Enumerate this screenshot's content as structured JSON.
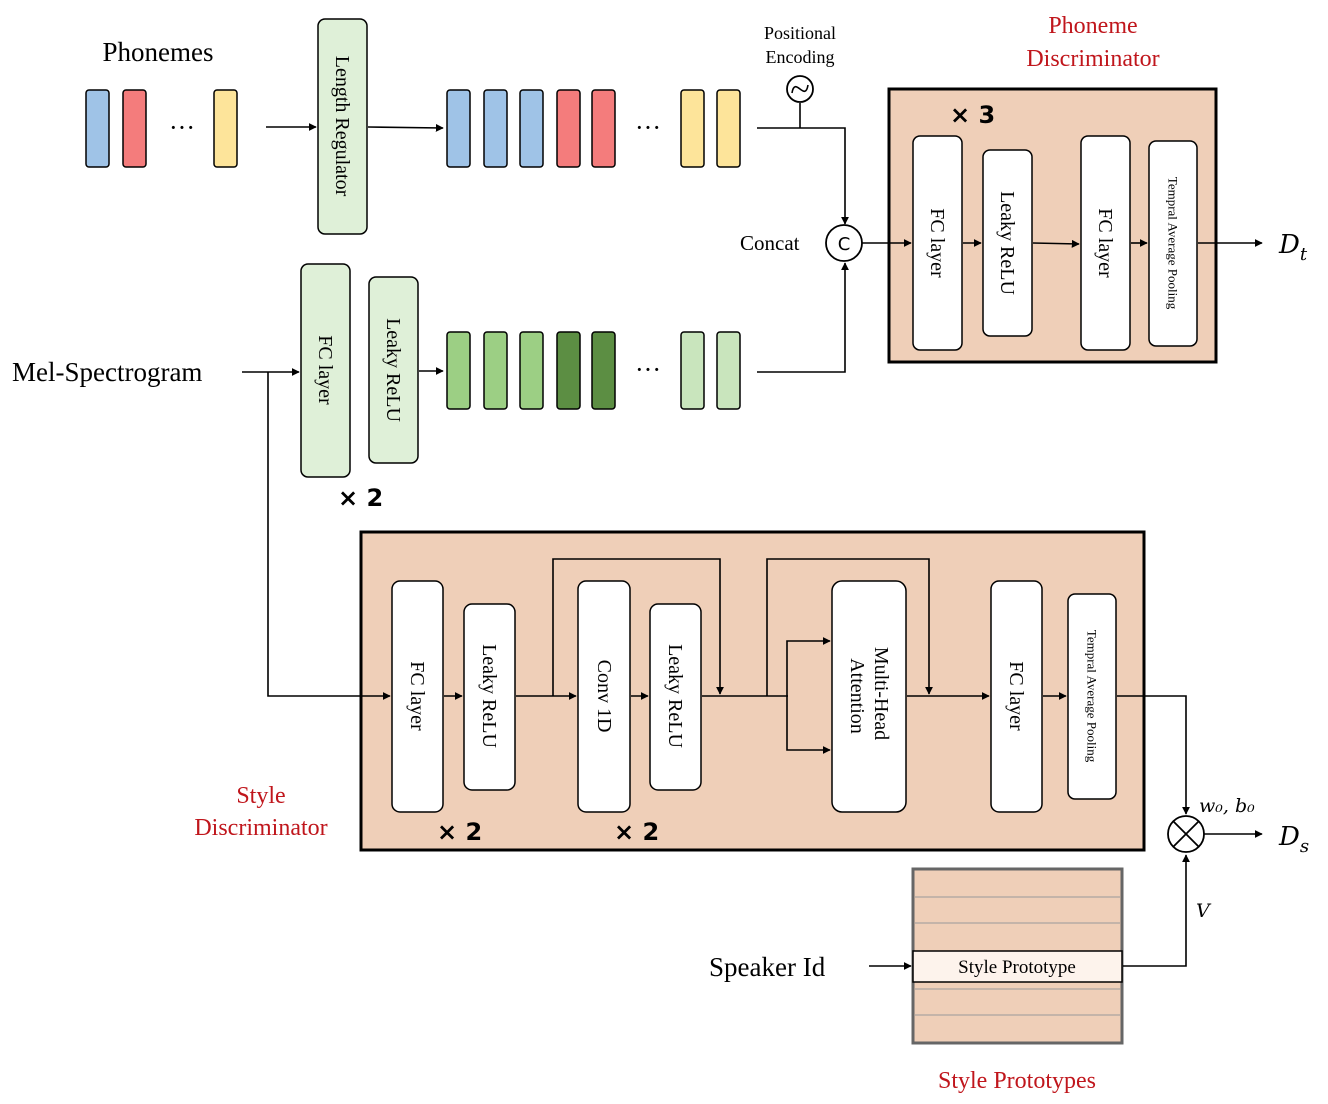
{
  "inputs": {
    "phonemes": "Phonemes",
    "mel": "Mel-Spectrogram",
    "speaker": "Speaker Id"
  },
  "ellipsis": "···",
  "length_regulator": "Length Regulator",
  "positional_encoding": [
    "Positional",
    "Encoding"
  ],
  "concat_label": "Concat",
  "concat_symbol": "C",
  "blocks": {
    "fc_layer": "FC layer",
    "leaky_relu": "Leaky ReLU",
    "conv1d": "Conv 1D",
    "mha": [
      "Multi-Head",
      "Attention"
    ],
    "pooling": "Tempral Average Pooling",
    "style_prototype": "Style Prototype"
  },
  "phoneme_discriminator": {
    "title": [
      "Phoneme",
      "Discriminator"
    ],
    "repeat": "× 3",
    "output": "D",
    "output_sub": "t"
  },
  "mel_repeat": "× 2",
  "style_discriminator": {
    "title": [
      "Style",
      "Discriminator"
    ],
    "repeat_fc": "× 2",
    "repeat_conv": "× 2",
    "output": "D",
    "output_sub": "s",
    "wb_label": "w₀, b₀",
    "v_label": "V"
  },
  "style_prototypes": "Style Prototypes",
  "colors": {
    "blue": "#9fc3e7",
    "red": "#f47c7c",
    "yellow": "#fde49a",
    "green_light": "#c9e5bd",
    "green_mid": "#9ccf84",
    "green_dark": "#5c8e43",
    "green_block": "#dff0d8",
    "tan": "#efcfb8",
    "title_red": "#c0161c"
  }
}
